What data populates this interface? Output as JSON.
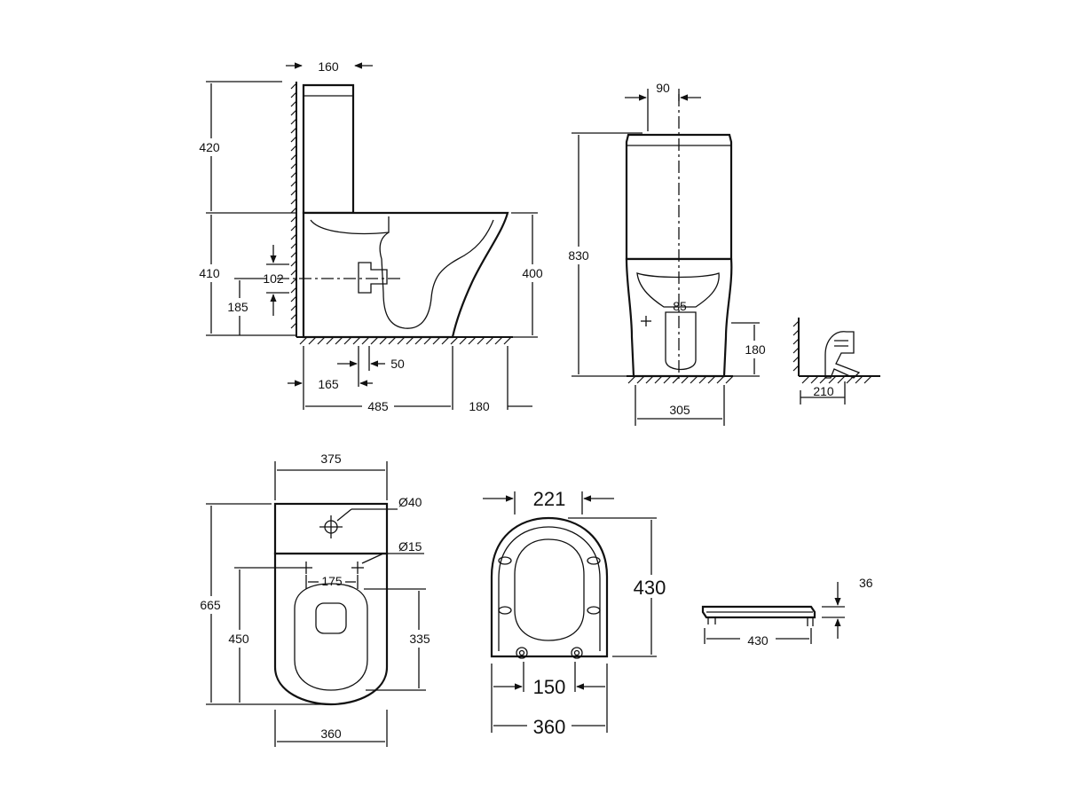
{
  "side_view": {
    "d_tank_depth": "160",
    "d_tank_height": "420",
    "d_bowl_height": "410",
    "d_outlet_height": "102",
    "d_outlet_center": "185",
    "d_rim_height": "400",
    "d_outlet_offset": "50",
    "d_outlet_to_wall": "165",
    "d_overall_depth": "485",
    "d_front_clearance": "180"
  },
  "front_view": {
    "d_top_offset": "90",
    "d_overall_height": "830",
    "d_outlet_dim": "85",
    "d_outlet_height": "180",
    "d_base_width": "305"
  },
  "detail_view": {
    "d_trap_depth": "210"
  },
  "top_view": {
    "d_tank_width": "375",
    "d_flush_hole": "Ø40",
    "d_fix_hole": "Ø15",
    "d_fix_spacing": "175",
    "d_overall_length": "665",
    "d_bowl_length": "450",
    "d_seat_length": "335",
    "d_bowl_width": "360"
  },
  "seat_view": {
    "d_seat_top_width": "221",
    "d_seat_length": "430",
    "d_hinge_spacing": "150",
    "d_seat_width": "360"
  },
  "seat_side_view": {
    "d_seat_thickness": "36",
    "d_seat_length": "430"
  }
}
